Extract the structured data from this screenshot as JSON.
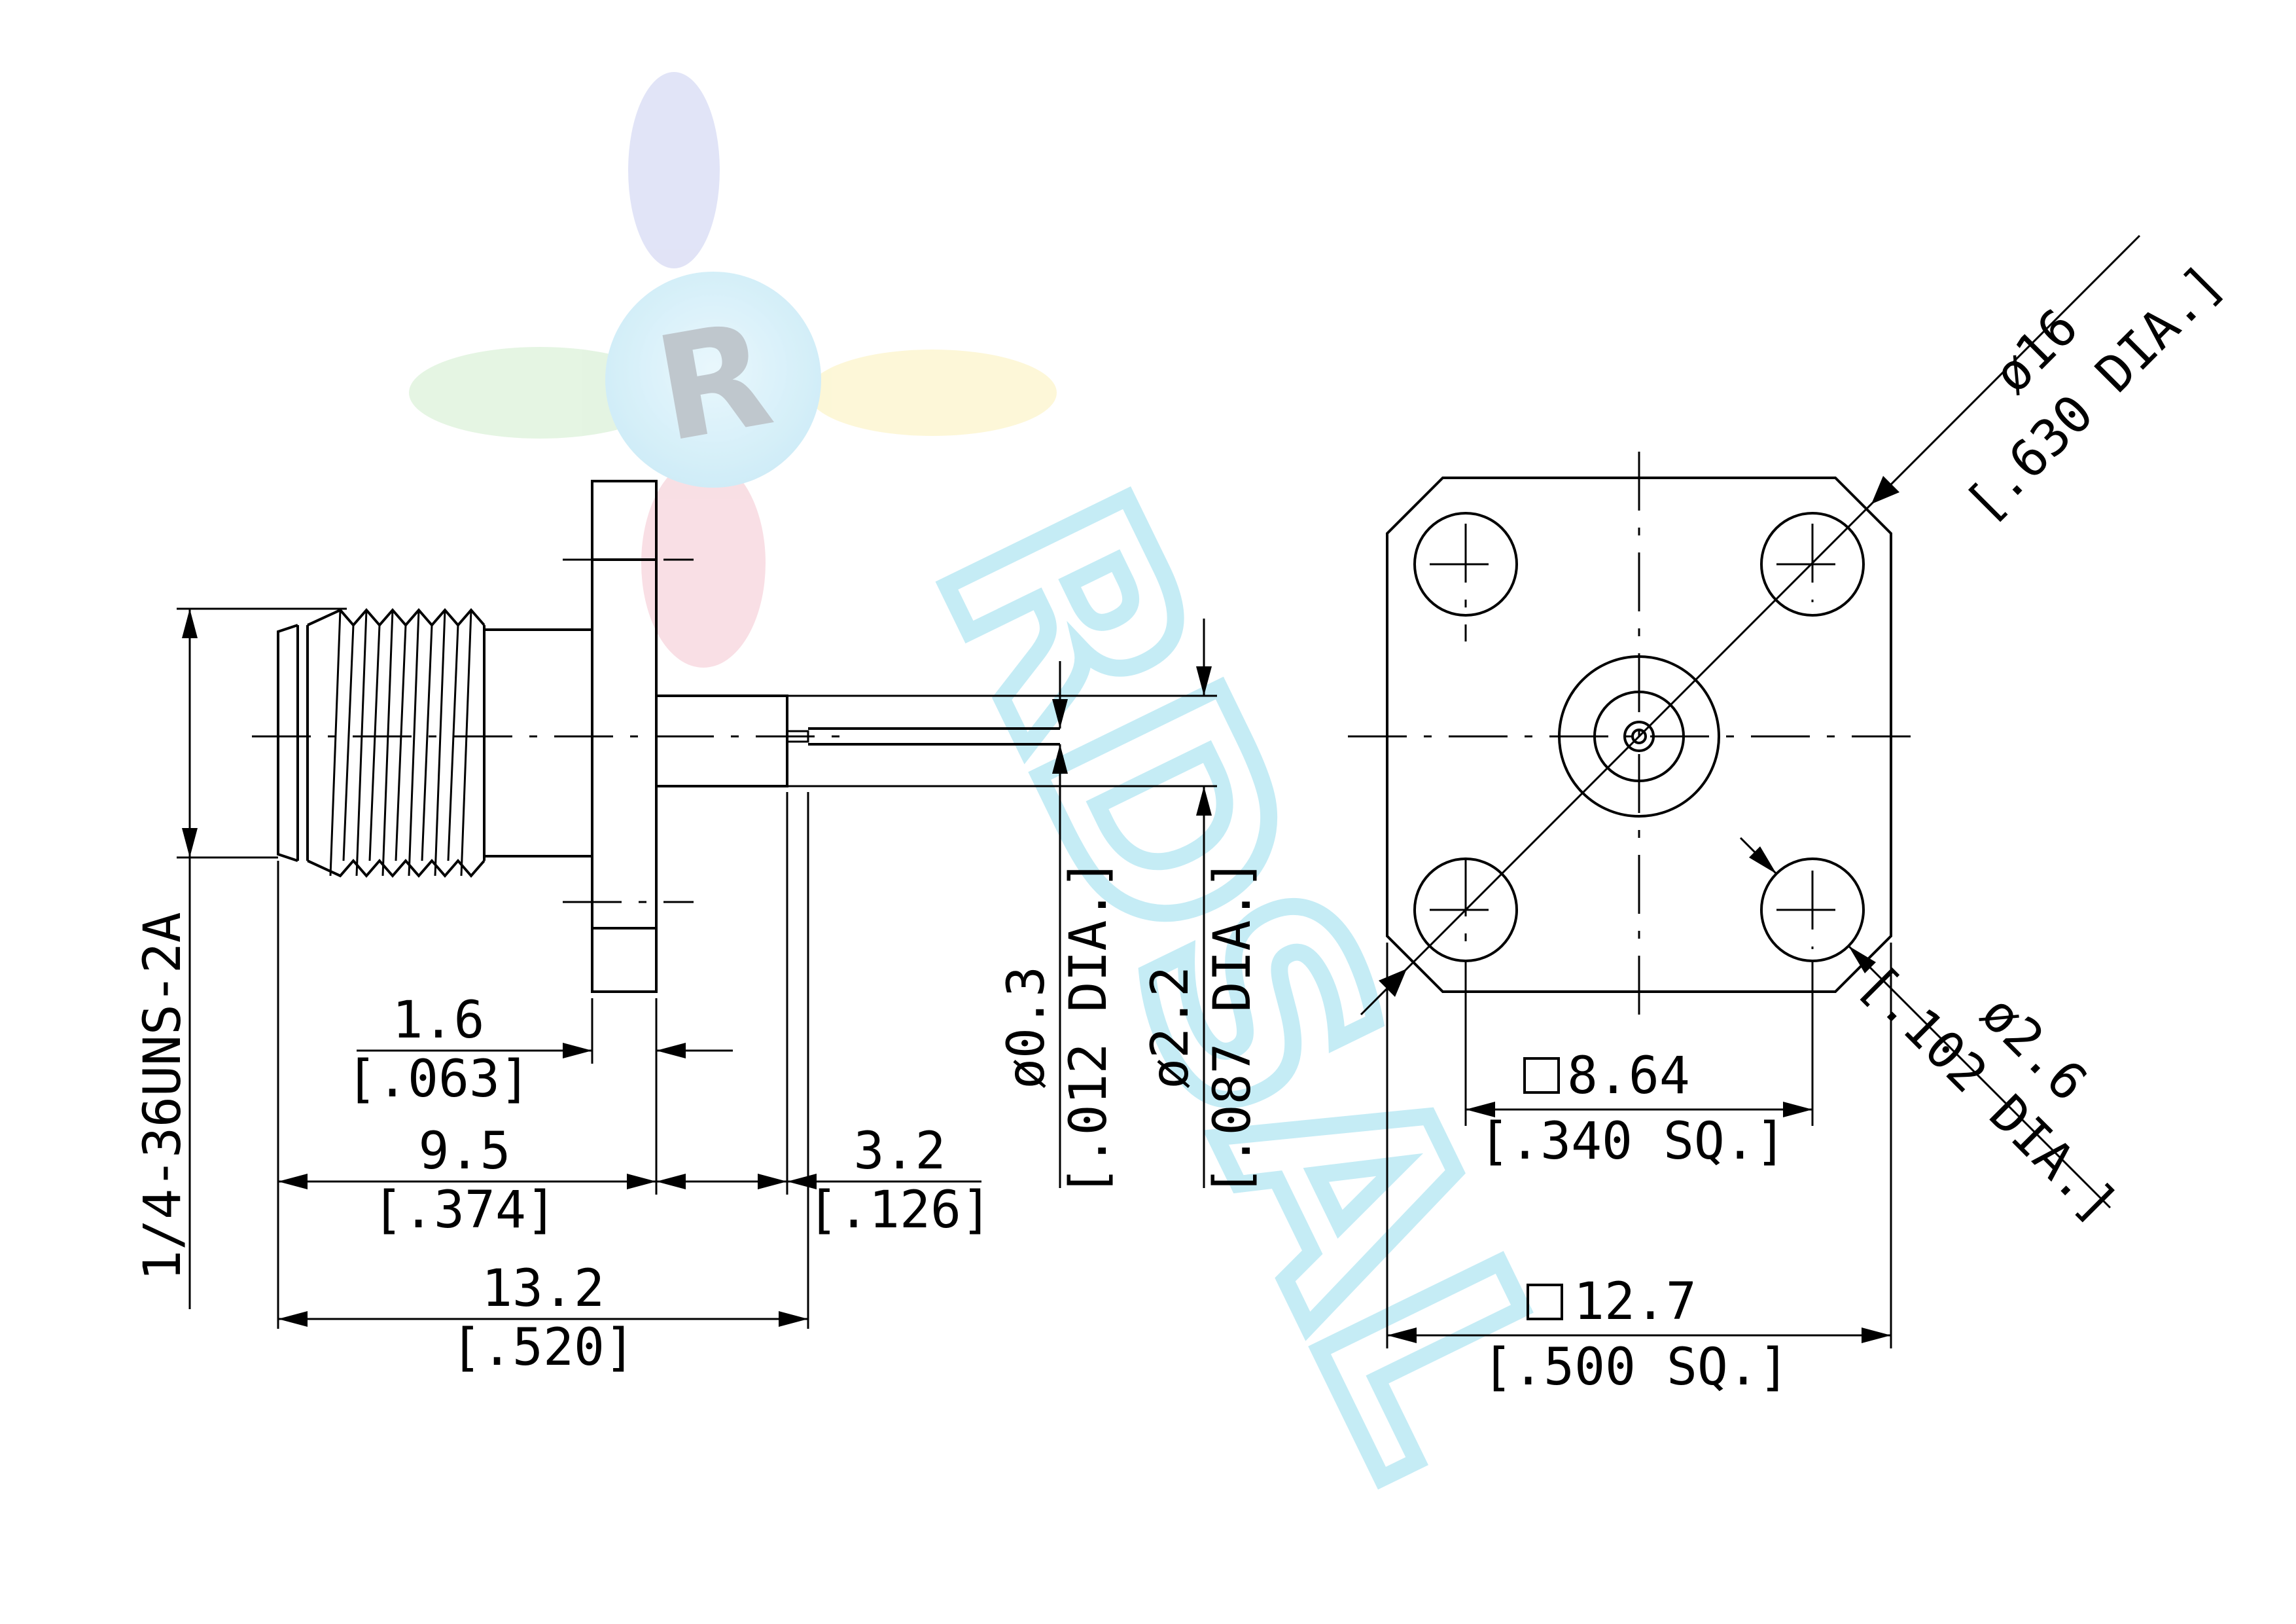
{
  "colors": {
    "line": "#000000",
    "background": "#ffffff"
  },
  "side_view": {
    "thread_spec": "1/4-36UNS-2A",
    "flange_thickness": {
      "metric": "1.6",
      "inch": "[.063]"
    },
    "body_length": {
      "metric": "9.5",
      "inch": "[.374]"
    },
    "pin_extension": {
      "metric": "3.2",
      "inch": "[.126]"
    },
    "overall_length": {
      "metric": "13.2",
      "inch": "[.520]"
    },
    "pin_diameter": {
      "metric": "ø0.3",
      "inch": "[.012 DIA.]"
    },
    "insulator_diameter": {
      "metric": "ø2.2",
      "inch": "[.087 DIA.]"
    }
  },
  "front_view": {
    "hole_circle_diameter": {
      "metric": "ø16",
      "inch": "[.630 DIA.]"
    },
    "hole_diameter": {
      "metric": "ø2.6",
      "inch": "[.102 DIA.]"
    },
    "hole_spacing": {
      "metric": "8.64",
      "inch": "[.340 SQ.]"
    },
    "flange_size": {
      "metric": "12.7",
      "inch": "[.500 SQ.]"
    }
  },
  "watermark": {
    "logo_letter": "R",
    "text": "RDSAL"
  }
}
